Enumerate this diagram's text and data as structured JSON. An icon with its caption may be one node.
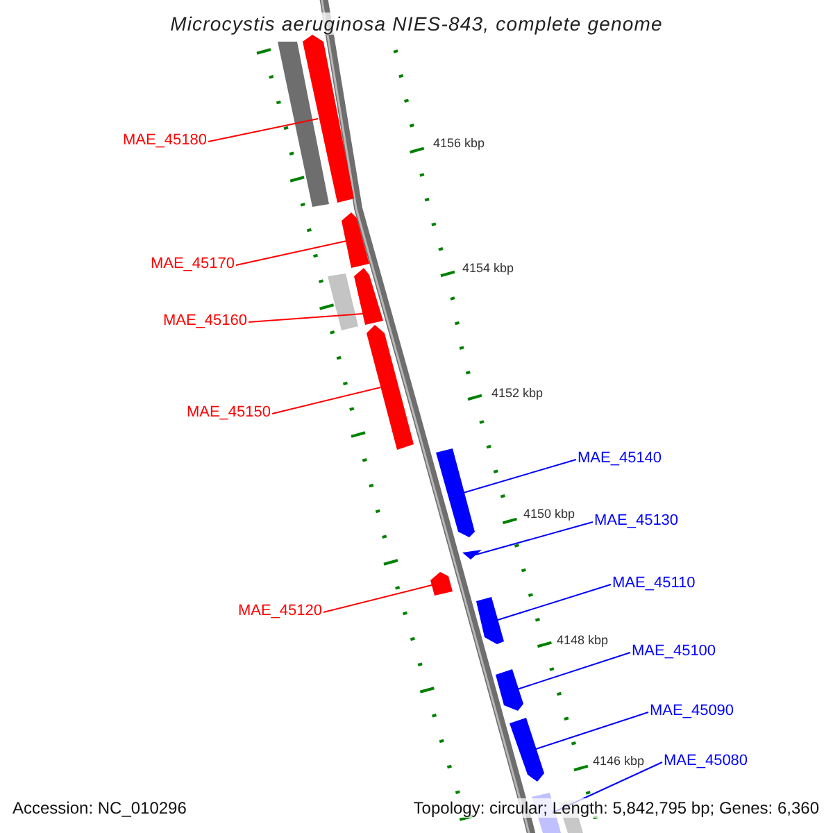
{
  "diagram": {
    "title": "Microcystis aeruginosa NIES-843, complete genome",
    "nodes": [
      {
        "text": [],
        "shape": "bar"
      },
      {
        "text": [],
        "shape": "bar"
      },
      {
        "text": [
          "MAE_45180"
        ]
      },
      {
        "text": [],
        "shape": "bar"
      },
      {
        "text": [
          "MAE_45170"
        ]
      },
      {
        "text": [],
        "shape": "bar"
      },
      {
        "text": [],
        "shape": "bar"
      },
      {
        "text": [
          "MAE_45160"
        ]
      },
      {
        "text": [],
        "shape": "bar"
      },
      {
        "text": [
          "MAE_45150"
        ]
      },
      {
        "text": [
          "MAE_45140"
        ]
      },
      {
        "text": [],
        "shape": "bar"
      },
      {
        "text": [
          "MAE_45130"
        ]
      },
      {
        "text": [],
        "shape": "bar"
      },
      {
        "text": [],
        "shape": "bar"
      },
      {
        "text": [
          "MAE_45120"
        ]
      },
      {
        "text": [
          "MAE_45110"
        ]
      },
      {
        "text": [],
        "shape": "bar"
      },
      {
        "text": [
          "MAE_45100"
        ]
      },
      {
        "text": [],
        "shape": "bar"
      },
      {
        "text": [
          "MAE_45090"
        ]
      },
      {
        "text": [],
        "shape": "bar"
      },
      {
        "text": [
          "MAE_45080"
        ]
      },
      {
        "text": [],
        "shape": "bar"
      },
      {
        "text": [],
        "shape": "bar"
      }
    ],
    "edges": [
      {
        "from": 2,
        "to": 1,
        "arrow": "none",
        "color": "#ff0000"
      },
      {
        "from": 4,
        "to": 3,
        "arrow": "none",
        "color": "#ff0000"
      },
      {
        "from": 7,
        "to": 6,
        "arrow": "none",
        "color": "#ff0000"
      },
      {
        "from": 9,
        "to": 8,
        "arrow": "none",
        "color": "#ff0000"
      },
      {
        "from": 10,
        "to": 11,
        "arrow": "none",
        "color": "#0000ff"
      },
      {
        "from": 12,
        "to": 13,
        "arrow": "none",
        "color": "#0000ff"
      },
      {
        "from": 15,
        "to": 14,
        "arrow": "none",
        "color": "#ff0000"
      },
      {
        "from": 16,
        "to": 17,
        "arrow": "none",
        "color": "#0000ff"
      },
      {
        "from": 18,
        "to": 19,
        "arrow": "none",
        "color": "#0000ff"
      },
      {
        "from": 20,
        "to": 21,
        "arrow": "none",
        "color": "#0000ff"
      },
      {
        "from": 22,
        "to": 23,
        "arrow": "none",
        "color": "#0000ff"
      }
    ],
    "labels": [
      "4156 kbp",
      "4154 kbp",
      "4152 kbp",
      "4150 kbp",
      "4148 kbp",
      "4146 kbp",
      "Accession: NC_010296",
      "Topology: circular; Length: 5,842,795 bp; Genes: 6,360"
    ]
  }
}
